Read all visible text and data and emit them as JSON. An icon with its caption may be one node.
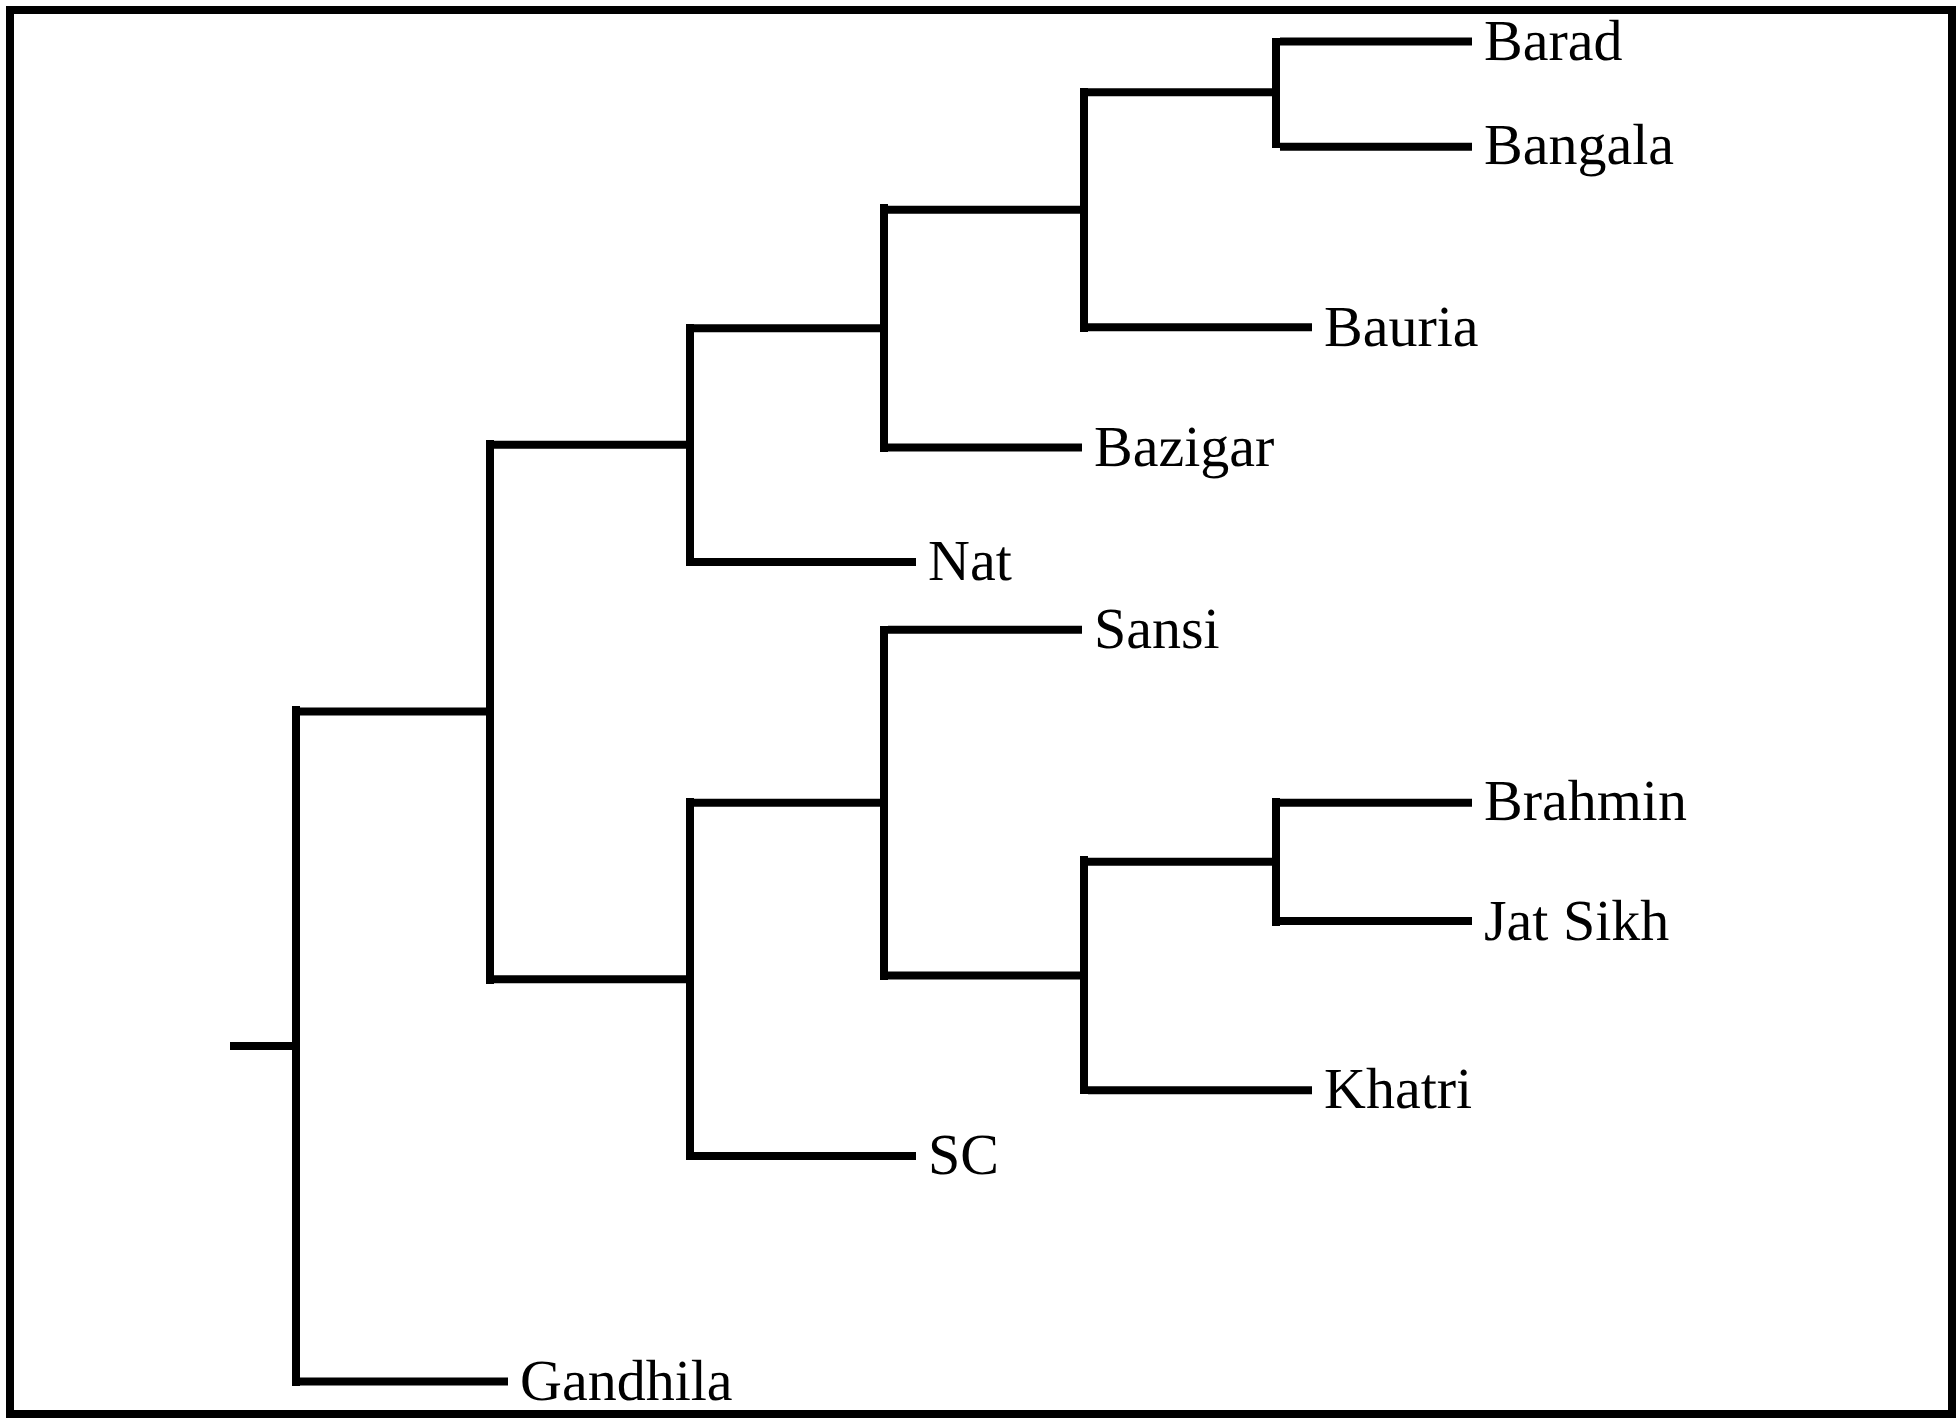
{
  "diagram": {
    "nodes": [
      {
        "text": [
          "Barad"
        ]
      },
      {
        "text": [
          "Bangala"
        ]
      },
      {
        "text": [
          "Bauria"
        ]
      },
      {
        "text": [
          "Bazigar"
        ]
      },
      {
        "text": [
          "Nat"
        ]
      },
      {
        "text": [
          "Sansi"
        ]
      },
      {
        "text": [
          "Brahmin"
        ]
      },
      {
        "text": [
          "Jat Sikh"
        ]
      },
      {
        "text": [
          "Khatri"
        ]
      },
      {
        "text": [
          "SC"
        ]
      },
      {
        "text": [
          "Gandhila"
        ]
      },
      {
        "text": [],
        "shape": "bar"
      },
      {
        "text": [],
        "shape": "bar"
      },
      {
        "text": [],
        "shape": "bar"
      },
      {
        "text": [],
        "shape": "bar"
      },
      {
        "text": [],
        "shape": "bar"
      },
      {
        "text": [],
        "shape": "bar"
      },
      {
        "text": [],
        "shape": "bar"
      },
      {
        "text": [],
        "shape": "bar"
      },
      {
        "text": [],
        "shape": "bar"
      },
      {
        "text": [],
        "shape": "bar"
      }
    ],
    "edges": [
      {
        "from": null,
        "to": 11,
        "arrow": "none"
      },
      {
        "from": 11,
        "to": 12,
        "arrow": "none"
      },
      {
        "from": 11,
        "to": 10,
        "arrow": "none"
      },
      {
        "from": 12,
        "to": 13,
        "arrow": "none"
      },
      {
        "from": 12,
        "to": 14,
        "arrow": "none"
      },
      {
        "from": 13,
        "to": 15,
        "arrow": "none"
      },
      {
        "from": 13,
        "to": 4,
        "arrow": "none"
      },
      {
        "from": 15,
        "to": 17,
        "arrow": "none"
      },
      {
        "from": 15,
        "to": 3,
        "arrow": "none"
      },
      {
        "from": 17,
        "to": 19,
        "arrow": "none"
      },
      {
        "from": 17,
        "to": 2,
        "arrow": "none"
      },
      {
        "from": 19,
        "to": 0,
        "arrow": "none"
      },
      {
        "from": 19,
        "to": 1,
        "arrow": "none"
      },
      {
        "from": 14,
        "to": 16,
        "arrow": "none"
      },
      {
        "from": 14,
        "to": 9,
        "arrow": "none"
      },
      {
        "from": 16,
        "to": 5,
        "arrow": "none"
      },
      {
        "from": 16,
        "to": 18,
        "arrow": "none"
      },
      {
        "from": 18,
        "to": 20,
        "arrow": "none"
      },
      {
        "from": 18,
        "to": 8,
        "arrow": "none"
      },
      {
        "from": 20,
        "to": 6,
        "arrow": "none"
      },
      {
        "from": 20,
        "to": 7,
        "arrow": "none"
      }
    ]
  }
}
